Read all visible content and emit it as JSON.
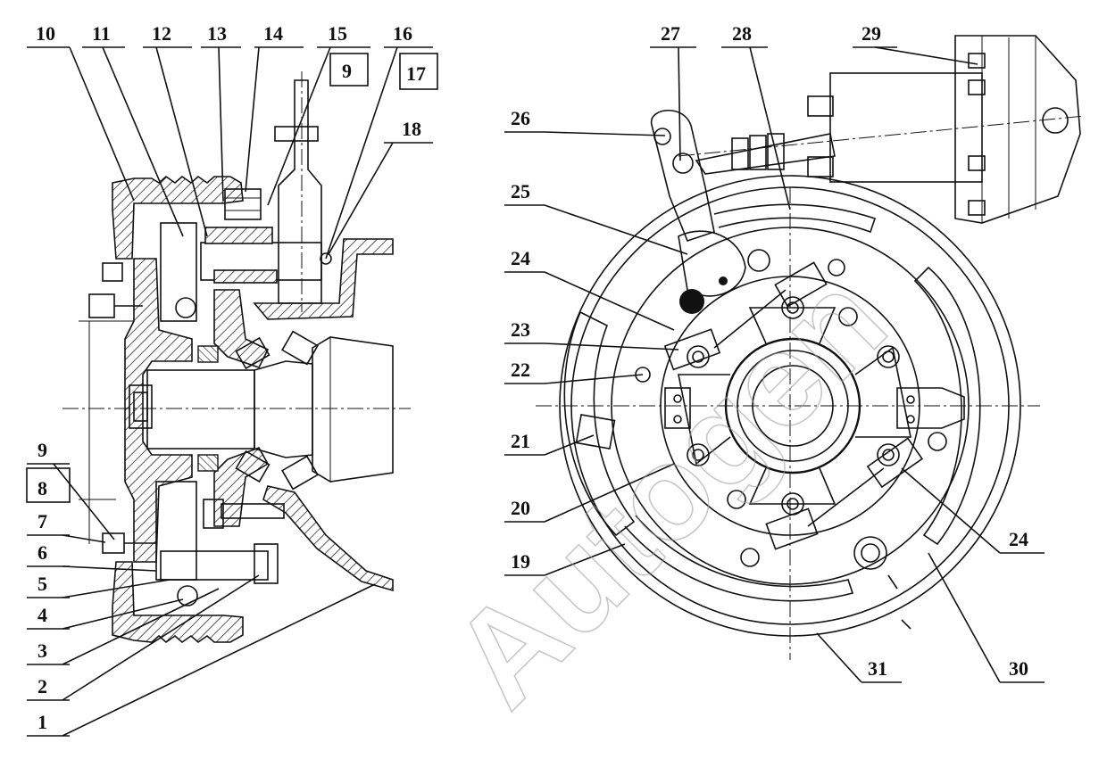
{
  "diagram": {
    "watermark": "Autogen",
    "left_view": {
      "labels_top": [
        "10",
        "11",
        "12",
        "13",
        "14",
        "15",
        "16"
      ],
      "labels_right": [
        "9",
        "17",
        "18"
      ],
      "labels_left": [
        "9",
        "8",
        "7",
        "6",
        "5",
        "4",
        "3",
        "2",
        "1"
      ]
    },
    "right_view": {
      "labels": [
        "27",
        "28",
        "29",
        "26",
        "25",
        "24",
        "23",
        "22",
        "21",
        "20",
        "19",
        "24",
        "30",
        "31"
      ]
    }
  }
}
